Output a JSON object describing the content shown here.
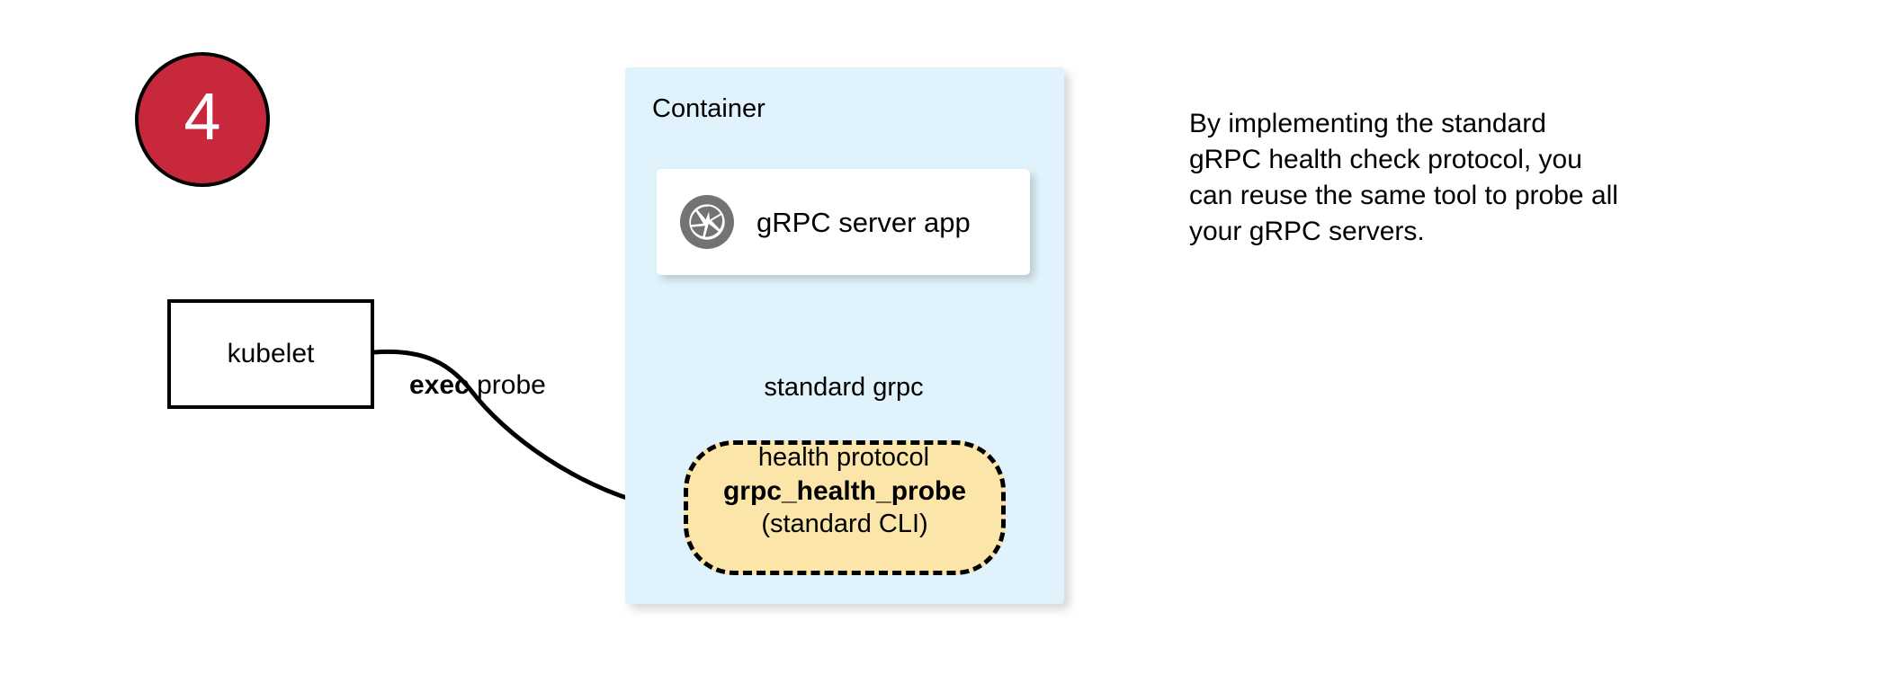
{
  "step": {
    "number": "4",
    "badge_color": "#c8283c"
  },
  "container": {
    "title": "Container",
    "fill_color": "#e0f2fc"
  },
  "server_card": {
    "label": "gRPC server app",
    "icon": "grpc-aperture-icon",
    "icon_color": "#737373"
  },
  "probe": {
    "title": "grpc_health_probe",
    "subtitle": "(standard CLI)",
    "fill_color": "#fce5a8",
    "border_style": "dashed"
  },
  "kubelet": {
    "label": "kubelet"
  },
  "edges": {
    "exec_probe_bold": "exec",
    "exec_probe_rest": " probe",
    "protocol_line1": "standard grpc",
    "protocol_line2": "health protocol"
  },
  "note": {
    "line1": "By implementing the standard",
    "line2": "gRPC health check protocol, you",
    "line3": "can reuse the same tool to probe all",
    "line4": "your gRPC servers."
  }
}
